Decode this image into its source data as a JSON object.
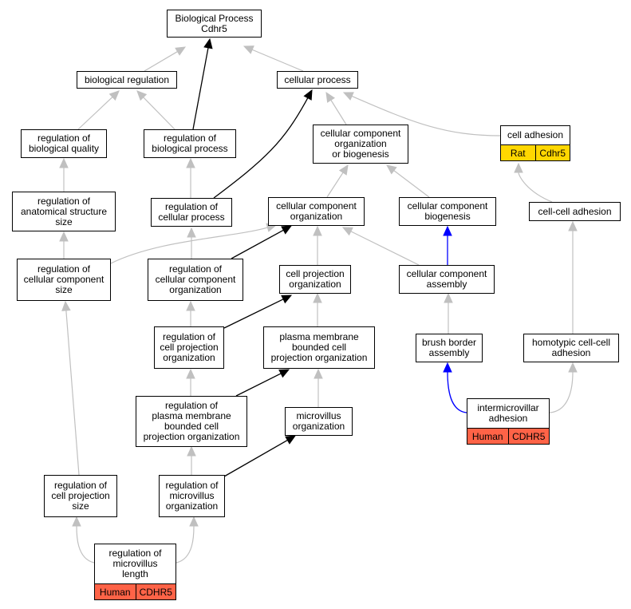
{
  "colors": {
    "gray_edge": "#c0c0c0",
    "black_edge": "#000000",
    "blue_edge": "#0000ff",
    "human_fill": "#ff6347",
    "rat_fill": "#ffd700"
  },
  "nodes": {
    "bp_root": [
      "Biological Process",
      "Cdhr5"
    ],
    "bio_reg": [
      "biological regulation"
    ],
    "cell_proc": [
      "cellular process"
    ],
    "reg_bio_qual": [
      "regulation of",
      "biological quality"
    ],
    "reg_bio_proc": [
      "regulation of",
      "biological process"
    ],
    "cc_org_biog": [
      "cellular component",
      "organization",
      "or biogenesis"
    ],
    "reg_anat": [
      "regulation of",
      "anatomical structure",
      "size"
    ],
    "reg_cell_proc": [
      "regulation of",
      "cellular process"
    ],
    "cc_org": [
      "cellular component",
      "organization"
    ],
    "cc_biog": [
      "cellular component",
      "biogenesis"
    ],
    "cell_cell_adh": [
      "cell-cell adhesion"
    ],
    "reg_cc_size": [
      "regulation of",
      "cellular component",
      "size"
    ],
    "reg_cc_org": [
      "regulation of",
      "cellular component",
      "organization"
    ],
    "cp_org": [
      "cell projection",
      "organization"
    ],
    "cc_assembly": [
      "cellular component",
      "assembly"
    ],
    "reg_cp_org": [
      "regulation of",
      "cell projection",
      "organization"
    ],
    "pm_cp_org": [
      "plasma membrane",
      "bounded cell",
      "projection organization"
    ],
    "bb_assembly": [
      "brush border",
      "assembly"
    ],
    "homo_adh": [
      "homotypic cell-cell",
      "adhesion"
    ],
    "reg_pm_cp_org": [
      "regulation of",
      "plasma membrane",
      "bounded cell",
      "projection organization"
    ],
    "mv_org": [
      "microvillus",
      "organization"
    ],
    "reg_cp_size": [
      "regulation of",
      "cell projection",
      "size"
    ],
    "reg_mv_org": [
      "regulation of",
      "microvillus",
      "organization"
    ]
  },
  "tables": {
    "cell_adh": {
      "label": [
        "cell adhesion"
      ],
      "species": "Rat",
      "gene": "Cdhr5",
      "fill": "#ffd700"
    },
    "imv_adh": {
      "label": [
        "intermicrovillar",
        "adhesion"
      ],
      "species": "Human",
      "gene": "CDHR5",
      "fill": "#ff6347"
    },
    "reg_mv_len": {
      "label": [
        "regulation of",
        "microvillus",
        "length"
      ],
      "species": "Human",
      "gene": "CDHR5",
      "fill": "#ff6347"
    }
  },
  "edges": [
    {
      "from": "bio_reg",
      "to": "bp_root",
      "color": "gray"
    },
    {
      "from": "cell_proc",
      "to": "bp_root",
      "color": "gray"
    },
    {
      "from": "reg_bio_proc",
      "to": "bp_root",
      "color": "black"
    },
    {
      "from": "reg_bio_qual",
      "to": "bio_reg",
      "color": "gray"
    },
    {
      "from": "reg_bio_proc",
      "to": "bio_reg",
      "color": "gray"
    },
    {
      "from": "cc_org_biog",
      "to": "cell_proc",
      "color": "gray"
    },
    {
      "from": "cell_adh",
      "to": "cell_proc",
      "color": "gray"
    },
    {
      "from": "reg_cell_proc",
      "to": "cell_proc",
      "color": "black"
    },
    {
      "from": "reg_anat",
      "to": "reg_bio_qual",
      "color": "gray"
    },
    {
      "from": "reg_cell_proc",
      "to": "reg_bio_proc",
      "color": "gray"
    },
    {
      "from": "cc_org",
      "to": "cc_org_biog",
      "color": "gray"
    },
    {
      "from": "cc_biog",
      "to": "cc_org_biog",
      "color": "gray"
    },
    {
      "from": "cell_cell_adh",
      "to": "cell_adh",
      "color": "gray"
    },
    {
      "from": "reg_cc_size",
      "to": "reg_anat",
      "color": "gray"
    },
    {
      "from": "reg_cc_size",
      "to": "cc_org",
      "color": "gray"
    },
    {
      "from": "reg_cc_org",
      "to": "reg_cell_proc",
      "color": "gray"
    },
    {
      "from": "reg_cc_org",
      "to": "cc_org",
      "color": "black"
    },
    {
      "from": "cp_org",
      "to": "cc_org",
      "color": "gray"
    },
    {
      "from": "cc_assembly",
      "to": "cc_org",
      "color": "gray"
    },
    {
      "from": "cc_assembly",
      "to": "cc_biog",
      "color": "blue"
    },
    {
      "from": "homo_adh",
      "to": "cell_cell_adh",
      "color": "gray"
    },
    {
      "from": "reg_cp_size",
      "to": "reg_cc_size",
      "color": "gray"
    },
    {
      "from": "reg_cp_org",
      "to": "reg_cc_org",
      "color": "gray"
    },
    {
      "from": "reg_cp_org",
      "to": "cp_org",
      "color": "black"
    },
    {
      "from": "pm_cp_org",
      "to": "cp_org",
      "color": "gray"
    },
    {
      "from": "bb_assembly",
      "to": "cc_assembly",
      "color": "gray"
    },
    {
      "from": "reg_pm_cp_org",
      "to": "reg_cp_org",
      "color": "gray"
    },
    {
      "from": "reg_pm_cp_org",
      "to": "pm_cp_org",
      "color": "black"
    },
    {
      "from": "mv_org",
      "to": "pm_cp_org",
      "color": "gray"
    },
    {
      "from": "imv_adh",
      "to": "bb_assembly",
      "color": "blue"
    },
    {
      "from": "imv_adh",
      "to": "homo_adh",
      "color": "gray"
    },
    {
      "from": "reg_mv_org",
      "to": "reg_pm_cp_org",
      "color": "gray"
    },
    {
      "from": "reg_mv_org",
      "to": "mv_org",
      "color": "black"
    },
    {
      "from": "reg_mv_len",
      "to": "reg_cp_size",
      "color": "gray"
    },
    {
      "from": "reg_mv_len",
      "to": "reg_mv_org",
      "color": "gray"
    }
  ]
}
